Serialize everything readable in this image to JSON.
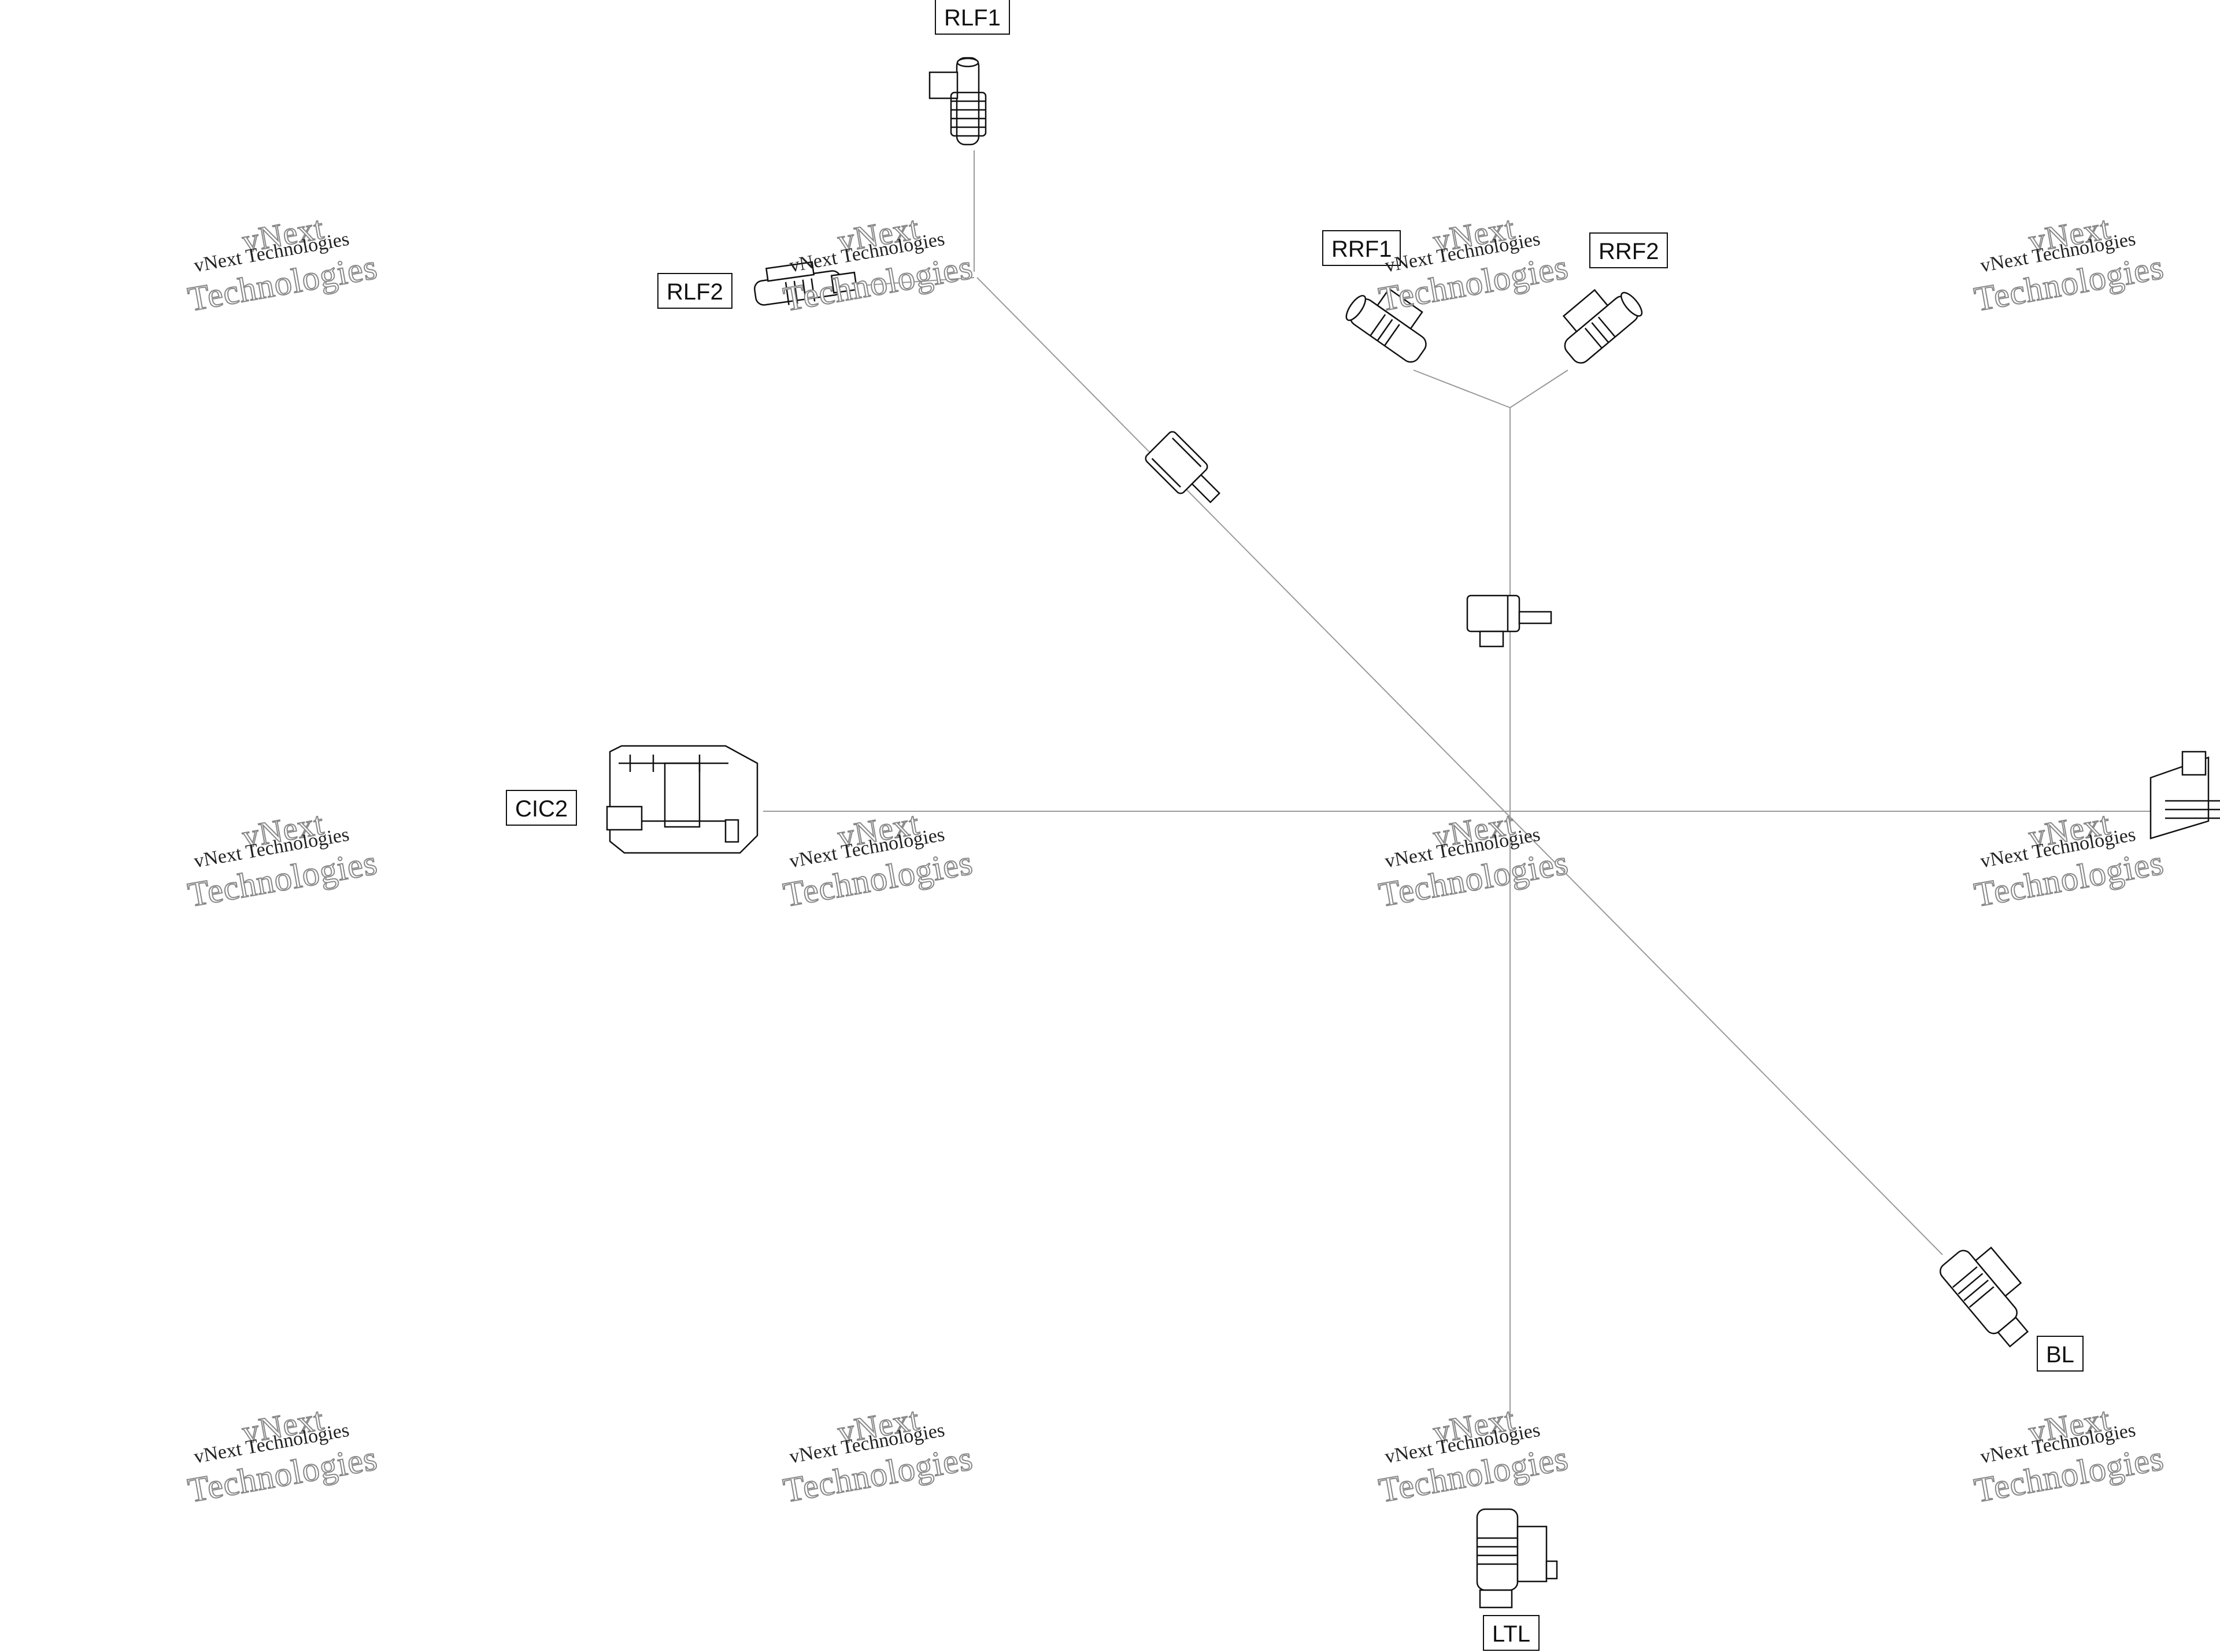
{
  "connectors": {
    "rlf1": "RLF1",
    "rlf2": "RLF2",
    "rrf1": "RRF1",
    "rrf2": "RRF2",
    "cic2": "CIC2",
    "bl": "BL",
    "ltl": "LTL"
  },
  "watermark": {
    "line1": "vNext Technologies",
    "outline_top": "vNext",
    "outline_bottom": "Technologies"
  }
}
